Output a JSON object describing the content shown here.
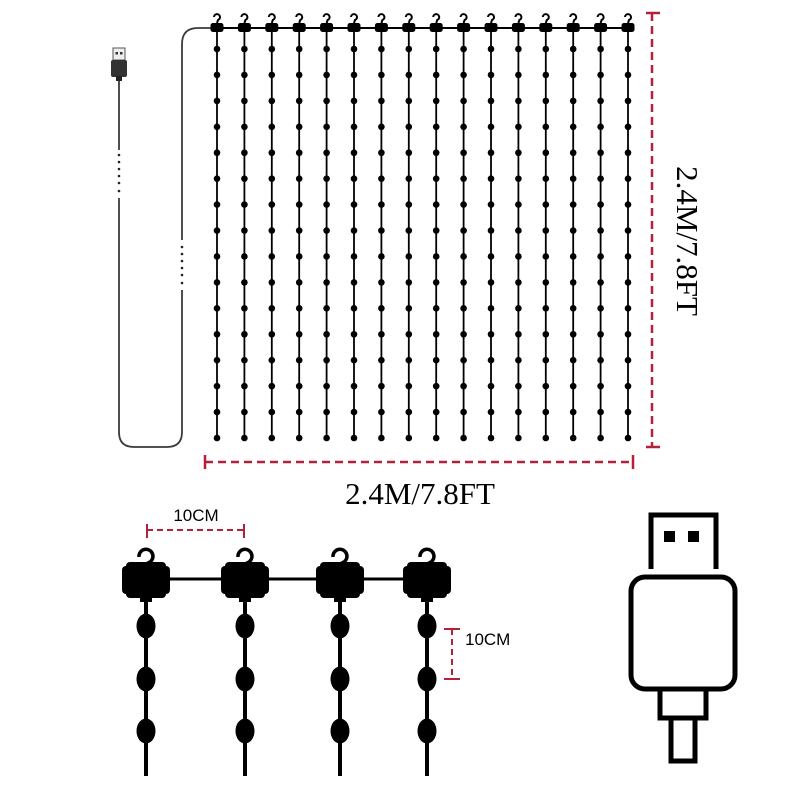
{
  "diagram": {
    "title": "USB curtain string light dimensions",
    "colors": {
      "ink": "#000000",
      "cable": "#3a3a3a",
      "dimension_line": "#b5213a",
      "background": "#ffffff"
    },
    "curtain": {
      "strand_count": 16,
      "dots_per_strand": 16,
      "height_label": "2.4M/7.8FT",
      "width_label": "2.4M/7.8FT"
    },
    "detail": {
      "strand_spacing_label": "10CM",
      "bulb_spacing_label": "10CM",
      "strands_shown": 4,
      "bulbs_per_strand_shown": 3
    },
    "icons": {
      "power_plug": "usb-plug-icon",
      "large_icon": "usb-connector-icon",
      "hook": "hook-icon"
    }
  }
}
